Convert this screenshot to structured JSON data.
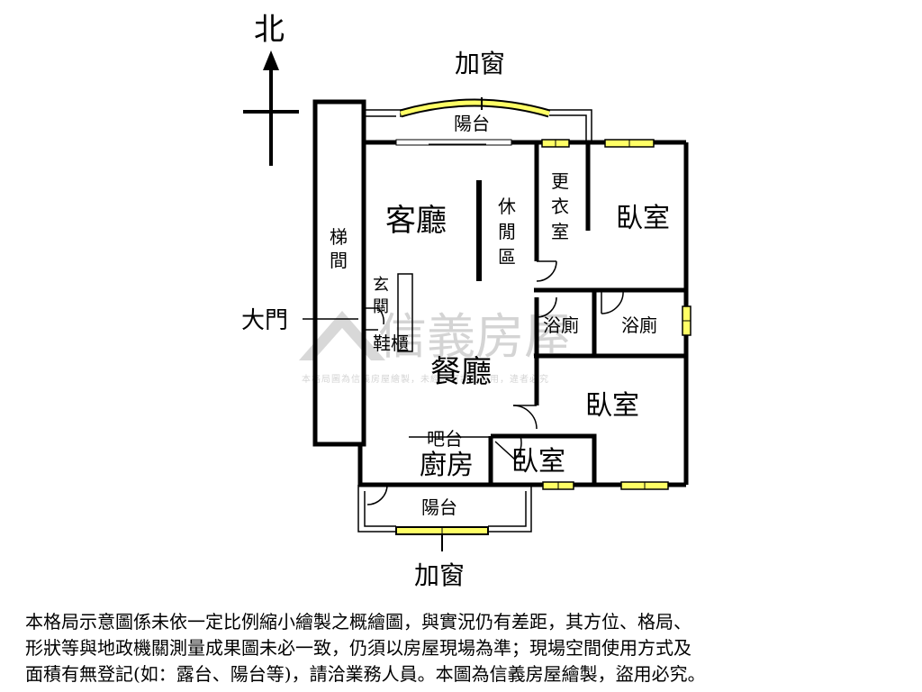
{
  "compass": {
    "north": "北"
  },
  "labels": {
    "add_window_top": "加窗",
    "balcony_top": "陽台",
    "stairwell": "梯間",
    "living_room": "客廳",
    "leisure_area": "休閒區",
    "dressing_room": "更衣室",
    "bedroom_ne": "臥室",
    "entrance_hall": "玄關",
    "main_door": "大門",
    "shoe_cabinet": "鞋櫃",
    "dining_room": "餐廳",
    "bathroom_1": "浴廁",
    "bathroom_2": "浴廁",
    "bedroom_se": "臥室",
    "bar_counter": "吧台",
    "kitchen": "廚房",
    "bedroom_small": "臥室",
    "balcony_bottom": "陽台",
    "add_window_bottom": "加窗"
  },
  "watermark": {
    "brand": "信義房屋",
    "notice": "本格局圖為信義房屋繪製，未經許可請勿盜用，違者必究"
  },
  "disclaimer": [
    "本格局示意圖係未依一定比例縮小繪製之概繪圖，與實況仍有差距，其方位、格局、",
    "形狀等與地政機關測量成果圖未必一致，仍須以房屋現場為準；現場空間使用方式及",
    "面積有無登記(如：露台、陽台等)，請洽業務人員。本圖為信義房屋繪製，盜用必究。"
  ],
  "colors": {
    "wall": "#000000",
    "window_fill": "#ffff66",
    "watermark": "#d4d4d4"
  }
}
